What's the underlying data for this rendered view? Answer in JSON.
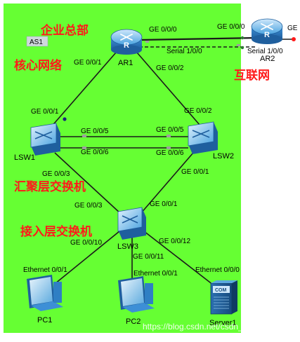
{
  "as_label": "AS1",
  "annotations": {
    "enterprise_hq": "企业总部",
    "core_network": "核心网络",
    "internet": "互联网",
    "aggregation_switch": "汇聚层交换机",
    "access_switch": "接入层交换机"
  },
  "devices": {
    "ar1": "AR1",
    "ar2": "AR2",
    "lsw1": "LSW1",
    "lsw2": "LSW2",
    "lsw3": "LSW3",
    "pc1": "PC1",
    "pc2": "PC2",
    "server1": "Server1",
    "server_badge": "COM"
  },
  "ports": {
    "ar1_ge000": "GE 0/0/0",
    "ar1_serial": "Serial 1/0/0",
    "ar1_ge001": "GE 0/0/1",
    "ar1_ge002": "GE 0/0/2",
    "ar2_ge000": "GE 0/0/0",
    "ar2_serial": "Serial 1/0/0",
    "ar2_ge": "GE",
    "lsw1_ge001": "GE 0/0/1",
    "lsw1_ge005": "GE 0/0/5",
    "lsw1_ge006": "GE 0/0/6",
    "lsw1_ge003": "GE 0/0/3",
    "lsw2_ge002": "GE 0/0/2",
    "lsw2_ge005": "GE 0/0/5",
    "lsw2_ge006": "GE 0/0/6",
    "lsw2_ge001": "GE 0/0/1",
    "lsw3_ge003": "GE 0/0/3",
    "lsw3_ge001": "GE 0/0/1",
    "lsw3_ge0010": "GE 0/0/10",
    "lsw3_ge0011": "GE 0/0/11",
    "lsw3_ge0012": "GE 0/0/12",
    "pc1_eth": "Ethernet 0/0/1",
    "pc2_eth": "Ethernet 0/0/1",
    "server_eth": "Ethernet 0/0/0"
  },
  "watermark": "https://blog.csdn.net/csdn_immortal",
  "colors": {
    "as_background": "#66ff33",
    "annotation_red": "#ff1a1a",
    "router_blue": "#3d8fd6",
    "device_blue": "#4aa3e0"
  }
}
